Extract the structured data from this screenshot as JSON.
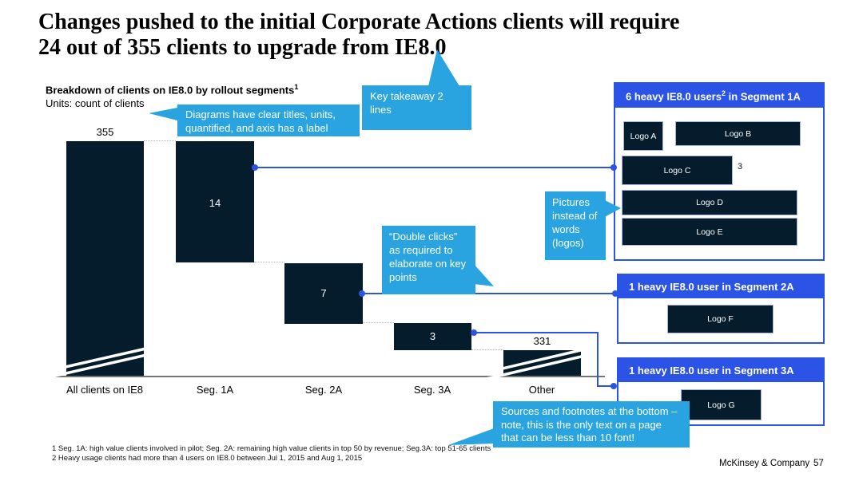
{
  "slide": {
    "title": {
      "line1": "Changes pushed to the initial Corporate Actions clients will require",
      "line2": "24 out of 355 clients to upgrade from IE8.0"
    },
    "footnotes": [
      "1 Seg. 1A: high value clients involved in pilot; Seg. 2A: remaining high value clients in top 50 by revenue; Seg.3A: top 51-65 clients",
      "2 Heavy usage clients had more than 4 users on IE8.0 between Jul 1, 2015 and Aug 1, 2015"
    ],
    "footer": {
      "brand": "McKinsey & Company",
      "page": "57"
    }
  },
  "chart": {
    "heading": "Breakdown of clients on IE8.0 by rollout segments",
    "heading_sup": "1",
    "units": "Units: count of clients"
  },
  "chart_data": {
    "type": "bar",
    "subtype": "waterfall",
    "title": "Breakdown of clients on IE8.0 by rollout segments",
    "units": "count of clients",
    "categories": [
      "All clients on IE8",
      "Seg. 1A",
      "Seg. 2A",
      "Seg. 3A",
      "Other"
    ],
    "values": [
      355,
      14,
      7,
      3,
      331
    ],
    "value_label_positions": [
      "above",
      "inside",
      "inside",
      "inside",
      "above"
    ],
    "axis_break_bars": [
      "All clients on IE8",
      "Other"
    ],
    "total": 355,
    "bar_color": "#051c2c",
    "grid": false,
    "legend": false
  },
  "callouts": {
    "axis": "Diagrams have clear titles, units, quantified, and axis has a label",
    "takeaway": "Key takeaway 2 lines",
    "pictures": "Pictures instead of words (logos)",
    "double_clicks": "“Double clicks” as required to elaborate on key points",
    "sources": "Sources and footnotes at the bottom – note, this is the only text on a page that can be less than 10 font!"
  },
  "panels": [
    {
      "header_pre": "6 heavy IE8.0 users",
      "header_sup": "2",
      "header_post": " in Segment 1A",
      "logos": [
        "Logo A",
        "Logo B",
        "Logo C",
        "Logo D",
        "Logo E"
      ],
      "logo_c_count": "3"
    },
    {
      "header": "1 heavy IE8.0 user in Segment 2A",
      "logos": [
        "Logo F"
      ]
    },
    {
      "header": "1 heavy IE8.0 user in Segment 3A",
      "logos": [
        "Logo G"
      ]
    }
  ],
  "colors": {
    "bar_navy": "#051c2c",
    "royal_blue": "#2b54e6",
    "callout_blue": "#29a4e0"
  }
}
